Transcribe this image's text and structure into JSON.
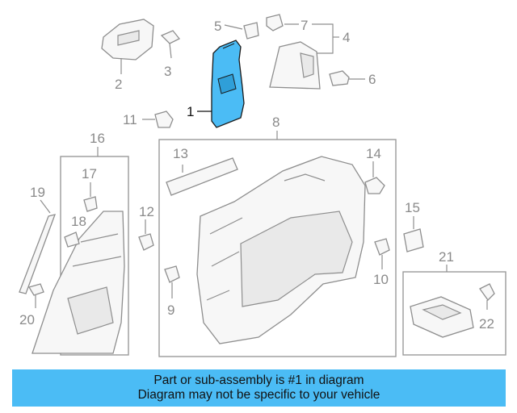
{
  "callouts": {
    "c1": "1",
    "c2": "2",
    "c3": "3",
    "c4": "4",
    "c5": "5",
    "c6": "6",
    "c7": "7",
    "c8": "8",
    "c9": "9",
    "c10": "10",
    "c11": "11",
    "c12": "12",
    "c13": "13",
    "c14": "14",
    "c15": "15",
    "c16": "16",
    "c17": "17",
    "c18": "18",
    "c19": "19",
    "c20": "20",
    "c21": "21",
    "c22": "22"
  },
  "highlight_color": "#4bbcf5",
  "banner": {
    "line1": "Part or sub-assembly is #1 in diagram",
    "line2": "Diagram may not be specific to your vehicle"
  }
}
